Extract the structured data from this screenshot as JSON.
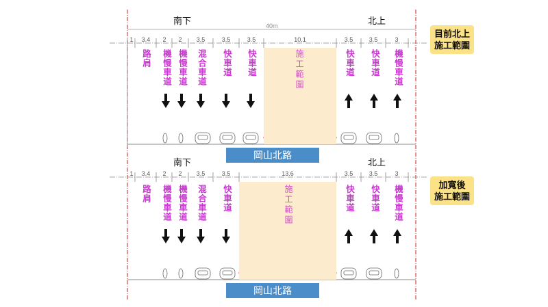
{
  "header": {
    "southbound": "南下",
    "northbound": "北上",
    "total_width": "40m"
  },
  "current": {
    "phase_label_line1": "目前北上",
    "phase_label_line2": "施工範圍",
    "lane_widths": [
      "1",
      "3.4",
      "2",
      "2",
      "3.5",
      "3.5",
      "3.5",
      "10.1",
      "3.5",
      "3.5",
      "3"
    ],
    "lanes": {
      "shoulder": "路肩",
      "moto1": "機慢車道",
      "moto2": "機慢車道",
      "mixed": "混合車道",
      "fast1": "快車道",
      "fast2": "快車道",
      "work_zone": "施工範圍",
      "fast_n1": "快車道",
      "fast_n2": "快車道",
      "moto_n": "機慢車道"
    },
    "road_name": "岡山北路"
  },
  "widened": {
    "phase_label_line1": "加寬後",
    "phase_label_line2": "施工範圍",
    "lane_widths": [
      "1",
      "3.4",
      "2",
      "2",
      "3.5",
      "3.5",
      "13.6",
      "3.5",
      "3.5",
      "3"
    ],
    "lanes": {
      "shoulder": "路肩",
      "moto1": "機慢車道",
      "moto2": "機慢車道",
      "mixed": "混合車道",
      "fast1": "快車道",
      "work_zone": "施工範圍",
      "fast_n1": "快車道",
      "fast_n2": "快車道",
      "moto_n": "機慢車道"
    },
    "road_name": "岡山北路"
  },
  "colors": {
    "lane_text": "#c83acf",
    "work_zone": "#fcebcc",
    "road_name_bg": "#4a8dc8",
    "phase_label_bg": "#fce287",
    "boundary": "#cc2222"
  }
}
